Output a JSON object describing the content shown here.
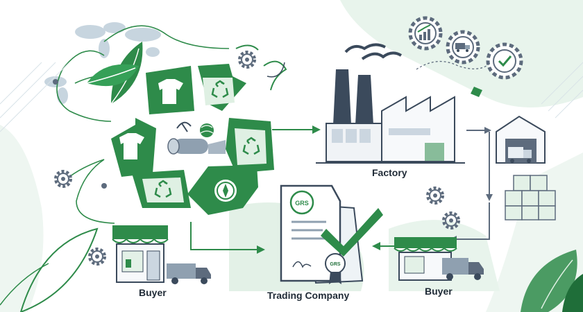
{
  "labels": {
    "factory": "Factory",
    "buyer_left": "Buyer",
    "trading_company": "Trading Company",
    "buyer_right": "Buyer"
  },
  "badges": {
    "certificate": "GRS",
    "seal": "GRS"
  },
  "colors": {
    "green": "#2e8b4a",
    "dark_green": "#1f6e39",
    "light_green": "#dff0e3",
    "navy": "#3b4a5c",
    "gray_blue": "#5d6b7d",
    "bg_mint": "#e8f4ec"
  },
  "icons": [
    "recycle-icon",
    "tshirt-icon",
    "fabric-roll-icon",
    "yarn-ball-icon",
    "compass-icon",
    "gear-icon",
    "growth-chart-icon",
    "truck-icon",
    "check-icon",
    "world-map-icon",
    "leaf-icon",
    "warehouse-icon",
    "box-icon",
    "shop-icon",
    "certificate-icon",
    "seal-icon"
  ]
}
